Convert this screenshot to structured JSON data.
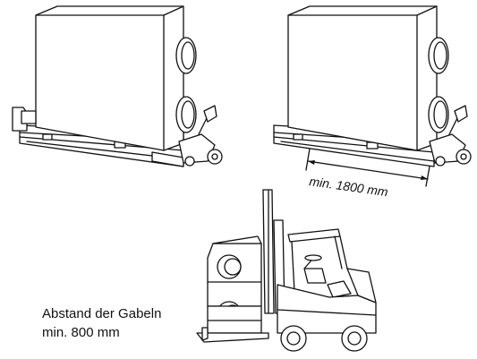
{
  "labels": {
    "min_length": "min. 1800 mm",
    "fork_distance_line1": "Abstand der Gabeln",
    "fork_distance_line2": "min. 800 mm"
  }
}
